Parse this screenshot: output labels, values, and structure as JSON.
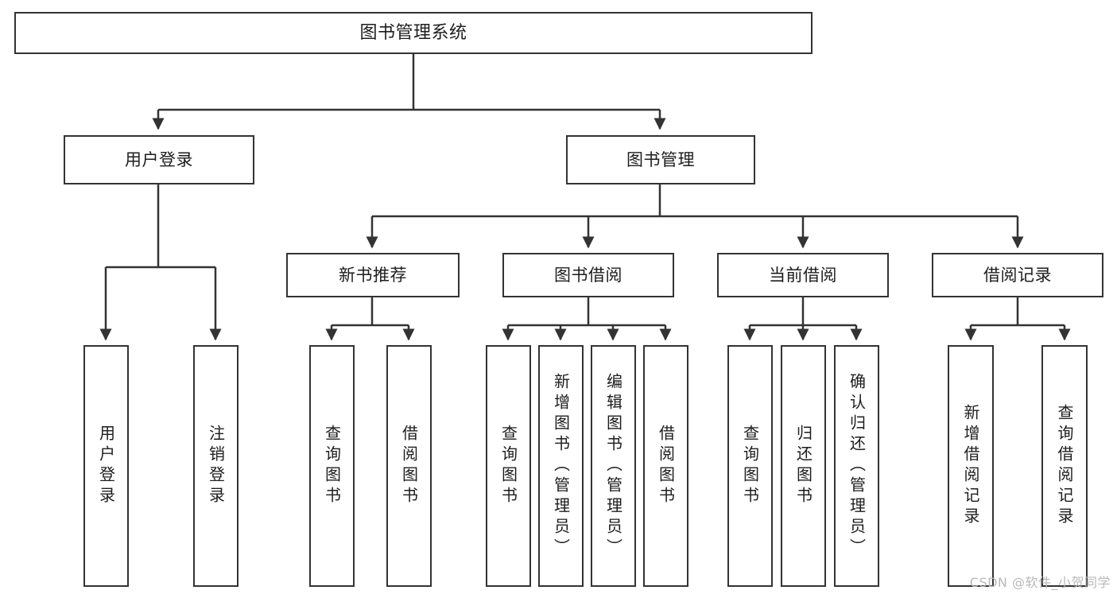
{
  "diagram": {
    "title": "图书管理系统",
    "type": "功能结构图",
    "watermark": "CSDN @软件_小贺同学",
    "colors": {
      "background": "#ffffff",
      "node_border": "#333333",
      "node_fill": "#ffffff",
      "connector": "#333333",
      "text": "#1d1d1a",
      "watermark": "#b9b9b9"
    },
    "root": {
      "label": "图书管理系统"
    },
    "level2": [
      {
        "label": "用户登录"
      },
      {
        "label": "图书管理"
      }
    ],
    "level3": [
      {
        "label": "新书推荐"
      },
      {
        "label": "图书借阅"
      },
      {
        "label": "当前借阅"
      },
      {
        "label": "借阅记录"
      }
    ],
    "leaves": {
      "user_login": [
        {
          "label": "用户登录"
        },
        {
          "label": "注销登录"
        }
      ],
      "new_book_recommend": [
        {
          "label": "查询图书"
        },
        {
          "label": "借阅图书"
        }
      ],
      "book_borrow": [
        {
          "label": "查询图书"
        },
        {
          "label": "新增图书（管理员）"
        },
        {
          "label": "编辑图书（管理员）"
        },
        {
          "label": "借阅图书"
        }
      ],
      "current_borrow": [
        {
          "label": "查询图书"
        },
        {
          "label": "归还图书"
        },
        {
          "label": "确认归还（管理员）"
        }
      ],
      "borrow_record": [
        {
          "label": "新增借阅记录"
        },
        {
          "label": "查询借阅记录"
        }
      ]
    }
  }
}
